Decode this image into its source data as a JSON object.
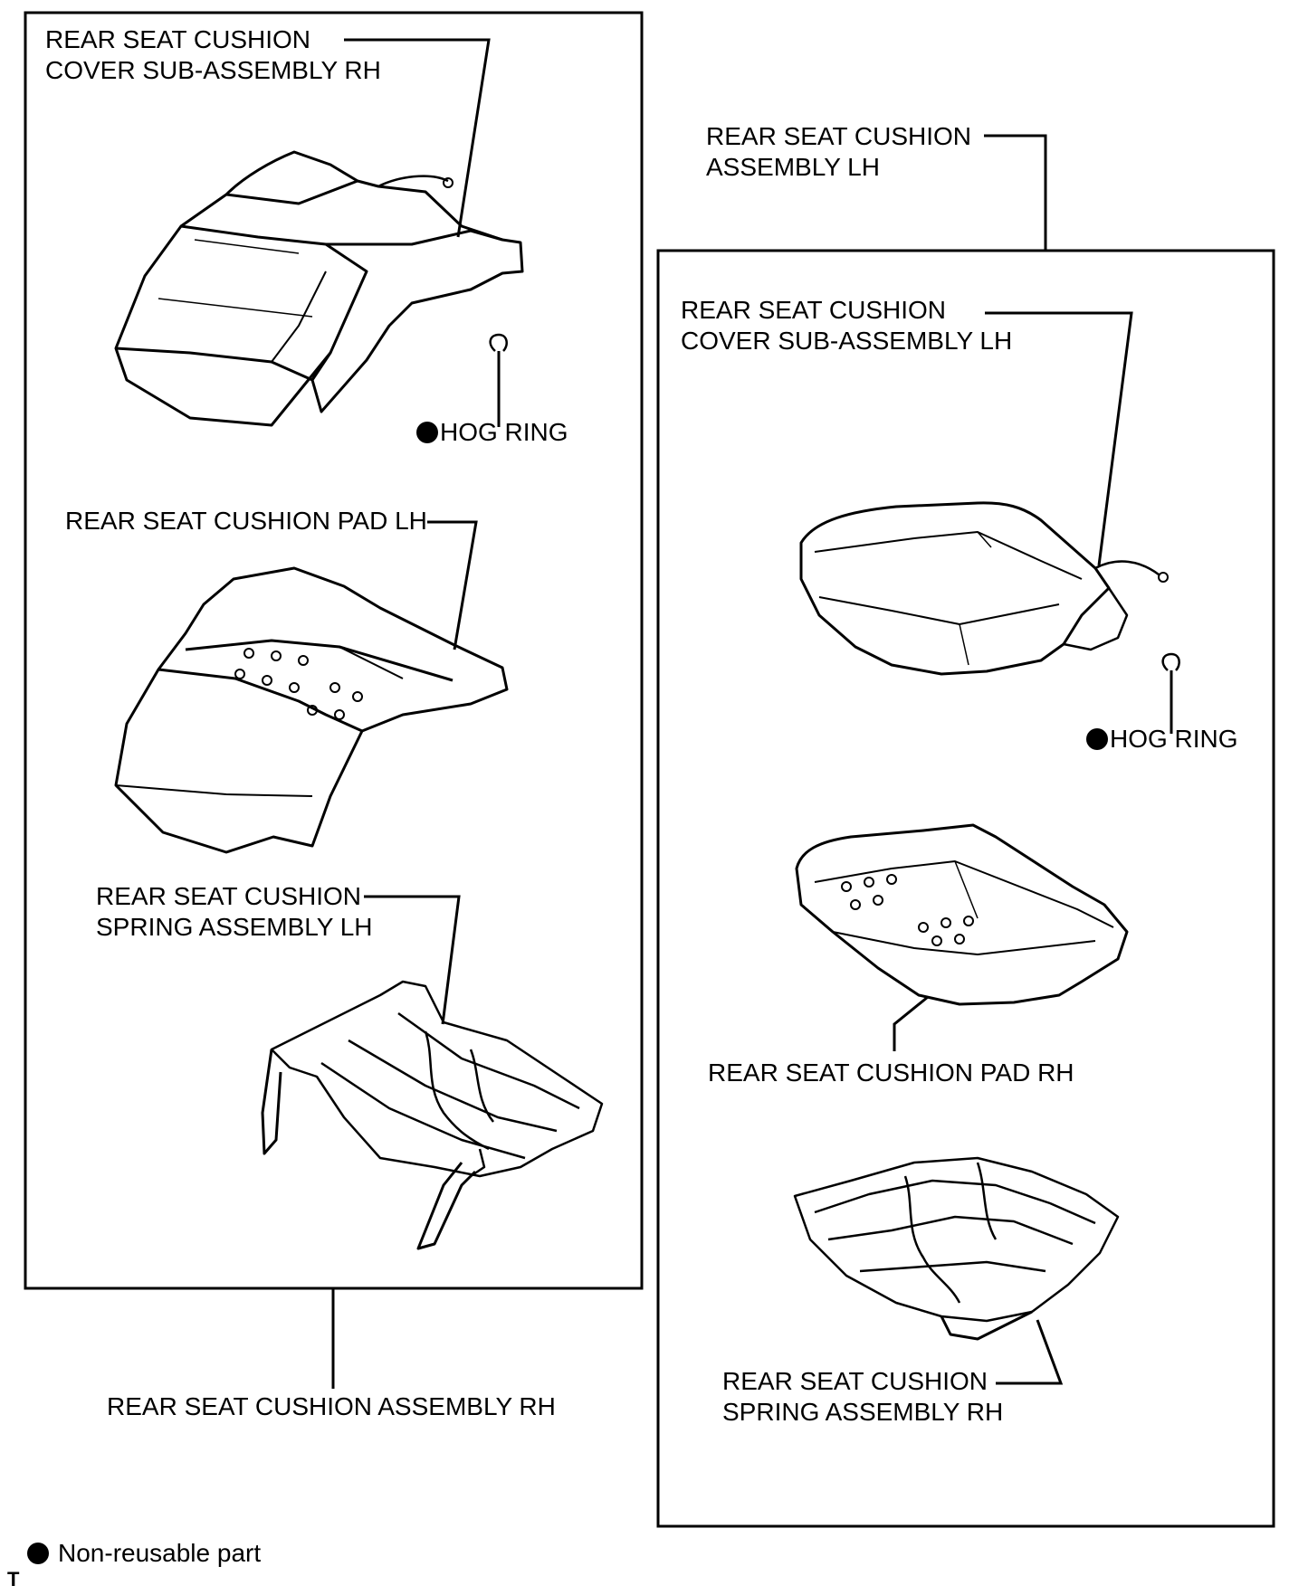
{
  "diagram": {
    "left_group": {
      "assembly_label": "REAR SEAT CUSHION ASSEMBLY RH",
      "cover": {
        "line1": "REAR SEAT CUSHION",
        "line2": "COVER SUB-ASSEMBLY RH"
      },
      "hog_ring": "HOG RING",
      "pad": "REAR SEAT CUSHION PAD LH",
      "spring": {
        "line1": "REAR SEAT CUSHION",
        "line2": "SPRING ASSEMBLY LH"
      }
    },
    "right_group": {
      "assembly": {
        "line1": "REAR SEAT CUSHION",
        "line2": "ASSEMBLY LH"
      },
      "cover": {
        "line1": "REAR SEAT CUSHION",
        "line2": "COVER SUB-ASSEMBLY LH"
      },
      "hog_ring": "HOG RING",
      "pad": "REAR SEAT CUSHION PAD RH",
      "spring": {
        "line1": "REAR SEAT CUSHION",
        "line2": "SPRING ASSEMBLY RH"
      }
    },
    "legend": {
      "symbol": "filled-circle",
      "text": "Non-reusable part"
    },
    "corner_mark": "T"
  }
}
